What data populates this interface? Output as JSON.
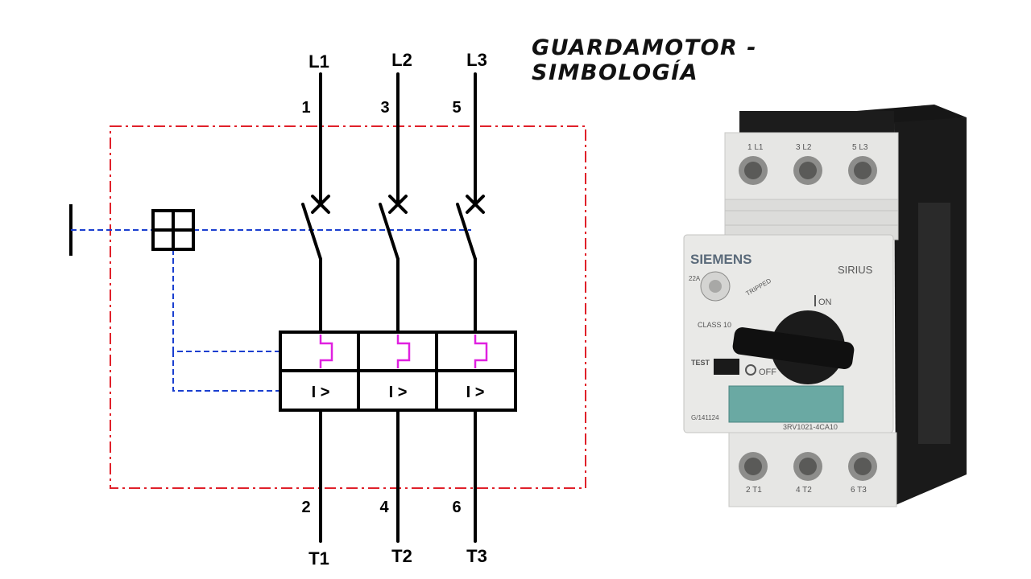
{
  "title": "GUARDAMOTOR - SIMBOLOGÍA",
  "schematic": {
    "line_labels": [
      "L1",
      "L2",
      "L3"
    ],
    "input_terminals": [
      "1",
      "3",
      "5"
    ],
    "output_terminals": [
      "2",
      "4",
      "6"
    ],
    "load_labels": [
      "T1",
      "T2",
      "T3"
    ],
    "magnetic_trip_labels": [
      "I >",
      "I >",
      "I >"
    ]
  },
  "device": {
    "brand": "SIEMENS",
    "series": "SIRIUS",
    "top_terminals": [
      "1 L1",
      "3 L2",
      "5 L3"
    ],
    "bottom_terminals": [
      "2 T1",
      "4 T2",
      "6 T3"
    ],
    "on_label": "ON",
    "off_label": "OFF",
    "tripped_label": "TRIPPED",
    "class_label": "CLASS 10",
    "test_label": "TEST",
    "model": "3RV1021-4CA10",
    "cert_code": "G/141124",
    "dial_value": "22A"
  },
  "colors": {
    "enclosure_dash": "#e0202a",
    "mechanical_link": "#1a3fd0",
    "thermal_element": "#e020e0",
    "device_body": "#e6e6e4",
    "device_dark": "#1a1a1a",
    "status_window": "#6aa9a3"
  },
  "icons": [
    "manual-actuator-icon",
    "thermal-trip-icon",
    "breaker-contact-icon"
  ]
}
